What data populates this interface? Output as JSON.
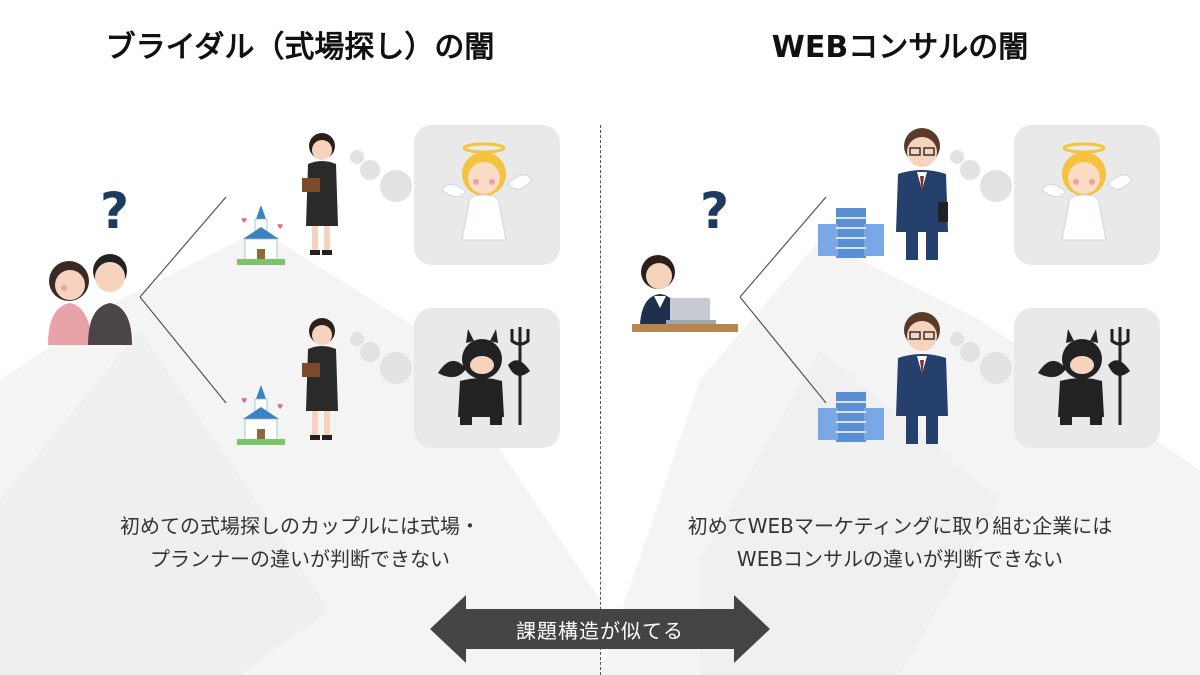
{
  "left": {
    "title": "ブライダル（式場探し）の闇",
    "description_line1": "初めての式場探しのカップルには式場・",
    "description_line2": "プランナーの違いが判断できない"
  },
  "right": {
    "title": "WEBコンサルの闇",
    "description_line1": "初めてWEBマーケティングに取り組む企業には",
    "description_line2": "WEBコンサルの違いが判断できない"
  },
  "arrow": {
    "label": "課題構造が似てる"
  },
  "question_mark": "?",
  "colors": {
    "arrow": "#444444",
    "thought_box": "#e9e9e9",
    "question_mark": "#1f3a60",
    "mountains": "#f2f2f2"
  },
  "icons": [
    "couple-illustration",
    "planner-illustration",
    "church-illustration",
    "angel-illustration",
    "devil-illustration",
    "office-worker-illustration",
    "consultant-illustration",
    "server-illustration"
  ]
}
